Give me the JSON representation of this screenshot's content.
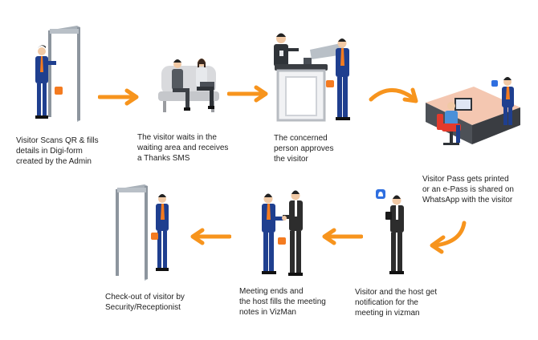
{
  "steps": [
    {
      "id": "scan",
      "lines": [
        "Visitor Scans QR & fills",
        "details in Digi-form",
        "created by the Admin"
      ]
    },
    {
      "id": "wait",
      "lines": [
        "The visitor waits in the",
        "waiting area and receives",
        "a Thanks SMS"
      ]
    },
    {
      "id": "approve",
      "lines": [
        "The concerned",
        "person approves",
        "the visitor"
      ]
    },
    {
      "id": "pass",
      "lines": [
        "Visitor Pass gets printed",
        "or an e-Pass is shared on",
        "WhatsApp with the visitor"
      ]
    },
    {
      "id": "notify",
      "lines": [
        "Visitor and the host get",
        "notification for the",
        "meeting in vizman"
      ]
    },
    {
      "id": "meeting",
      "lines": [
        "Meeting ends and",
        "the host fills the meeting",
        "notes in VizMan"
      ]
    },
    {
      "id": "checkout",
      "lines": [
        "Check-out of visitor by",
        "Security/Receptionist"
      ]
    }
  ],
  "colors": {
    "arrow": "#f7941d",
    "suit": "#1f3f8f",
    "host_suit": "#2d2d2d",
    "frame": "#9aa3ad",
    "tie": "#f47b20",
    "desk": "#f4c7b1",
    "chair": "#e33a2c",
    "bell": "#2f6fe0"
  },
  "icons": [
    "scanner-gate-icon",
    "waiting-chairs-icon",
    "reception-desk-icon",
    "office-desk-icon",
    "notification-bell-icon",
    "handshake-icon",
    "checkout-gate-icon"
  ]
}
